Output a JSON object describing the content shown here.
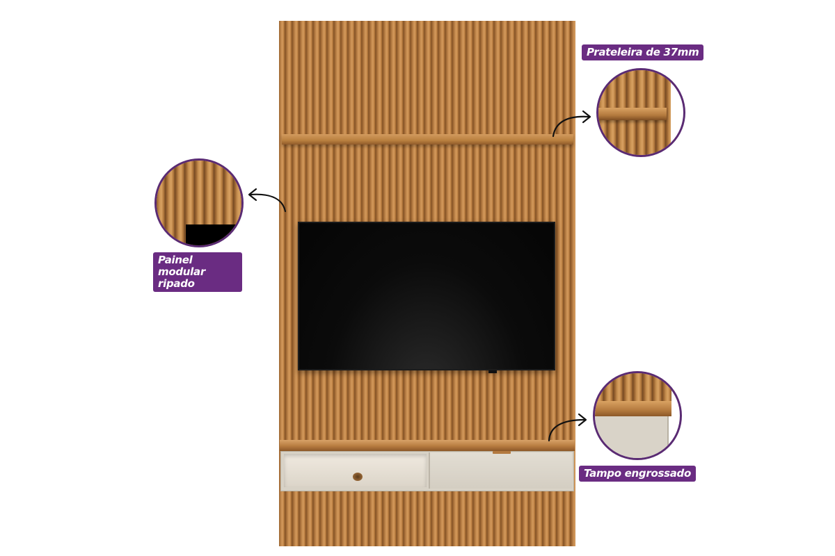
{
  "callouts": {
    "shelf": "Prateleira de 37mm",
    "panel": "Painel modular\nripado",
    "tabletop": "Tampo engrossado"
  },
  "colors": {
    "label_background": "#6a2c82",
    "zoom_border": "#5a2b73",
    "wood": "#b67a3f",
    "off_white": "#d8d2c6"
  },
  "icons": {
    "arrow": "curved-arrow-icon"
  }
}
